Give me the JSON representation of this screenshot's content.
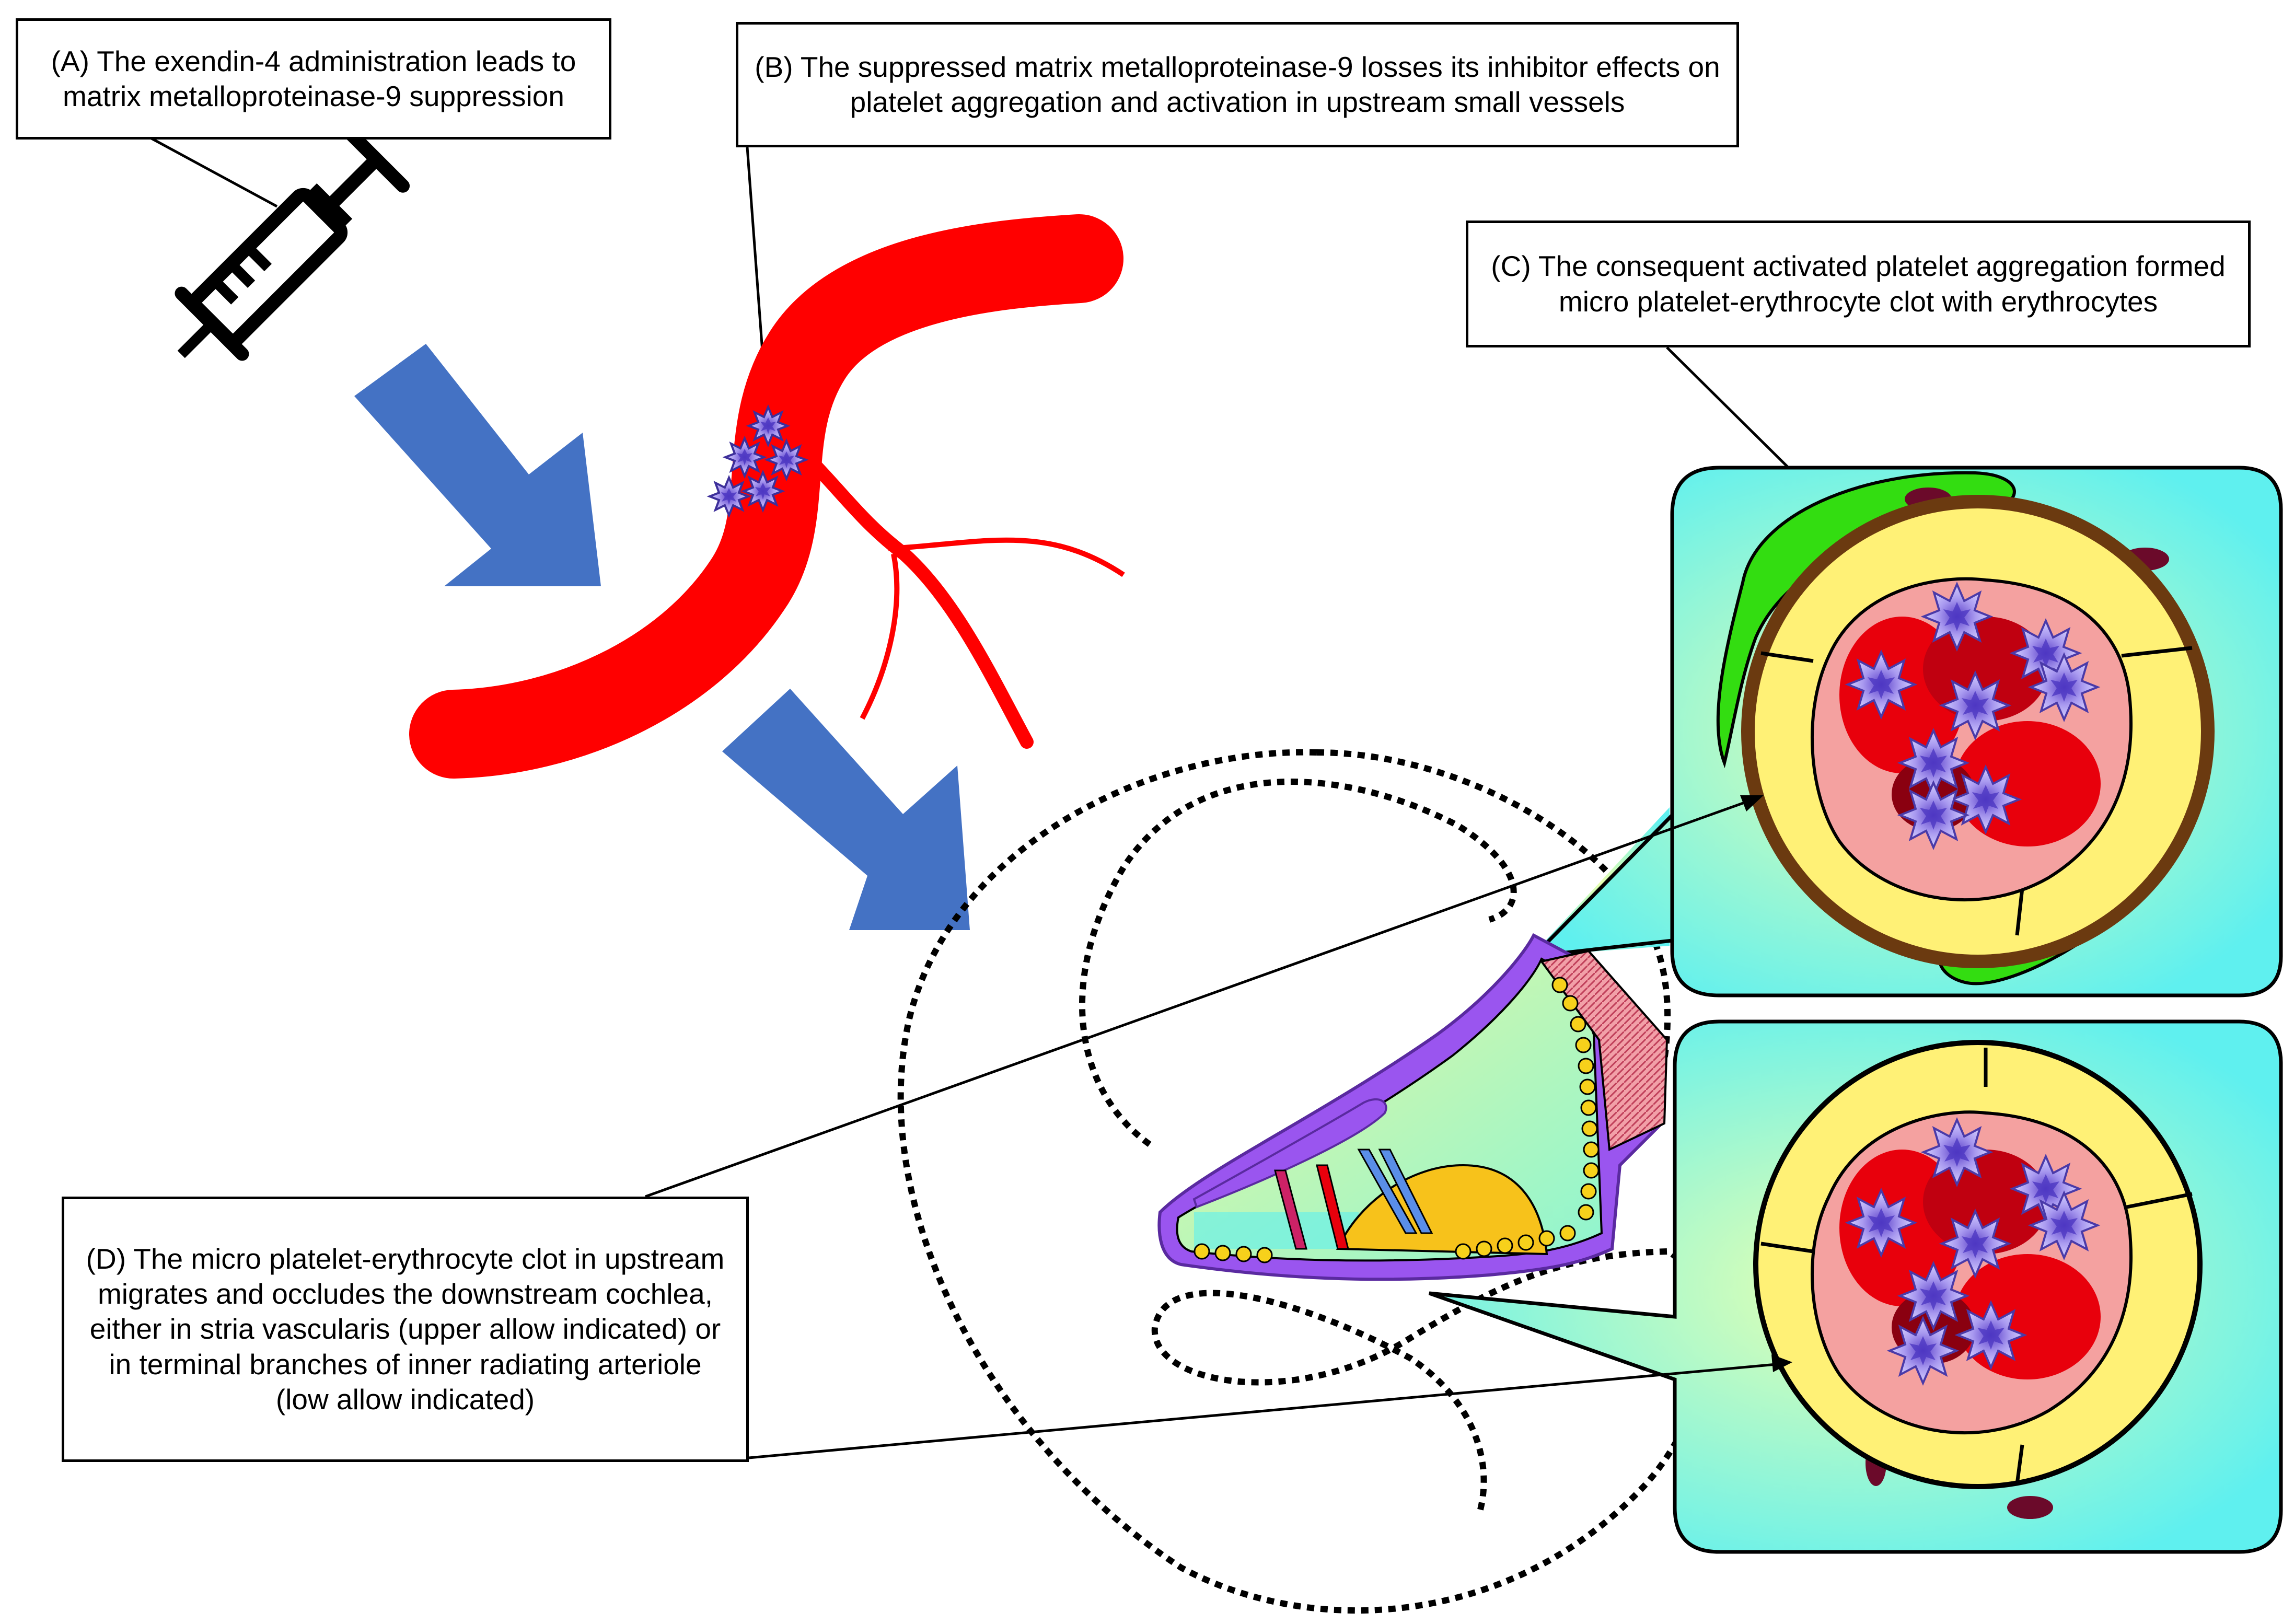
{
  "labels": {
    "a": "(A) The exendin-4 administration leads to matrix metalloproteinase-9 suppression",
    "b": "(B) The suppressed matrix metalloproteinase-9 losses its inhibitor effects on platelet aggregation and activation in upstream small vessels",
    "c": "(C) The consequent activated platelet aggregation formed micro platelet-erythrocyte clot with erythrocytes",
    "d": "(D) The micro platelet-erythrocyte clot in upstream migrates and occludes the downstream cochlea, either in stria vascularis (upper allow indicated) or in terminal branches of inner radiating arteriole (low allow indicated)"
  },
  "colors": {
    "vessel": "#ff0000",
    "arrow": "#4472c4",
    "platelet": "#9b8fe0",
    "panel": "#5ff0ef",
    "endothelium": "#fff176",
    "pericyte": "#33dd11",
    "basement": "#6b3a10",
    "lumen": "#f4a1a0",
    "erythrocyte": "#e8000c",
    "nucleus": "#6b0a2a",
    "cochlea_duct": "#b8f59a",
    "cochlea_border": "#9a55ef"
  },
  "icons": {
    "syringe": "syringe-icon",
    "arrow": "block-arrow",
    "platelet": "activated-platelet"
  }
}
